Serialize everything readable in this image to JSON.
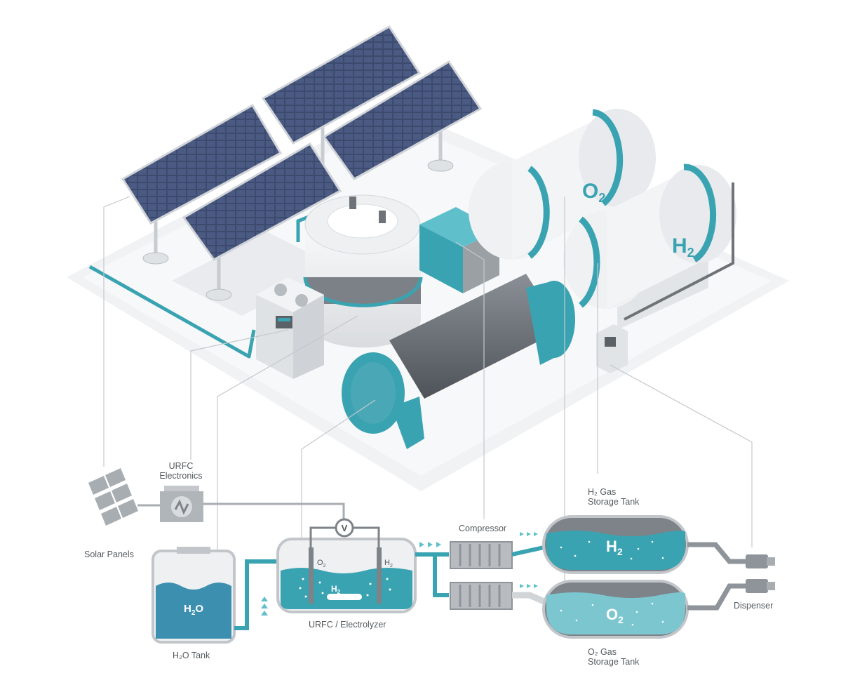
{
  "labels": {
    "solar_panels": "Solar Panels",
    "urfc_electronics_1": "URFC",
    "urfc_electronics_2": "Electronics",
    "h2o_tank": "H₂O Tank",
    "electrolyzer": "URFC / Electrolyzer",
    "compressor": "Compressor",
    "h2_tank_1": "H₂ Gas",
    "h2_tank_2": "Storage Tank",
    "o2_tank_1": "O₂ Gas",
    "o2_tank_2": "Storage Tank",
    "dispenser": "Dispenser"
  },
  "tank_marks": {
    "iso_o2_main": "O",
    "iso_o2_sub": "2",
    "iso_h2_main": "H",
    "iso_h2_sub": "2",
    "water_main": "H",
    "water_sub": "2",
    "water_tail": "O",
    "cell_o2_main": "O",
    "cell_o2_sub": "2",
    "cell_h2_main": "H",
    "cell_h2_sub": "2",
    "cell_bubble_main": "H",
    "cell_bubble_sub": "2",
    "h2_store_main": "H",
    "h2_store_sub": "2",
    "o2_store_main": "O",
    "o2_store_sub": "2",
    "voltmeter": "V"
  },
  "colors": {
    "teal": "#3aa3b2",
    "water_blue": "#3d8fb0",
    "grey_pipe": "#9aa0a4",
    "panel_blue": "#3f4d72",
    "light_teal": "#7cc6d0"
  }
}
